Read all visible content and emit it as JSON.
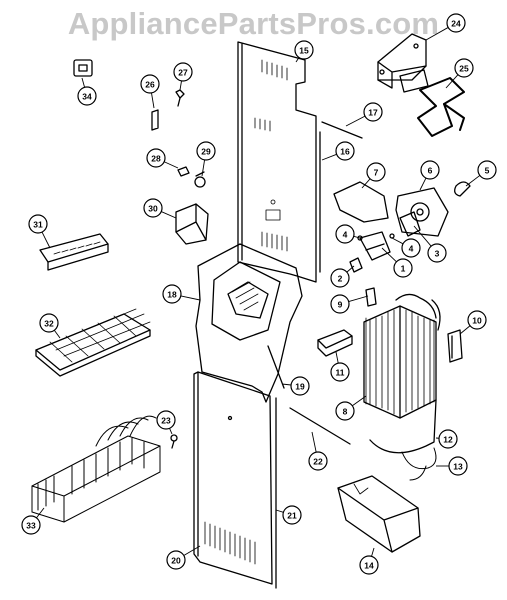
{
  "watermark": "AppliancePartsPros.com",
  "callouts": [
    "1",
    "2",
    "3",
    "4",
    "4",
    "5",
    "6",
    "7",
    "8",
    "9",
    "10",
    "11",
    "12",
    "13",
    "14",
    "15",
    "16",
    "17",
    "18",
    "19",
    "20",
    "21",
    "22",
    "23",
    "24",
    "25",
    "26",
    "27",
    "28",
    "29",
    "30",
    "31",
    "32",
    "33",
    "34"
  ]
}
